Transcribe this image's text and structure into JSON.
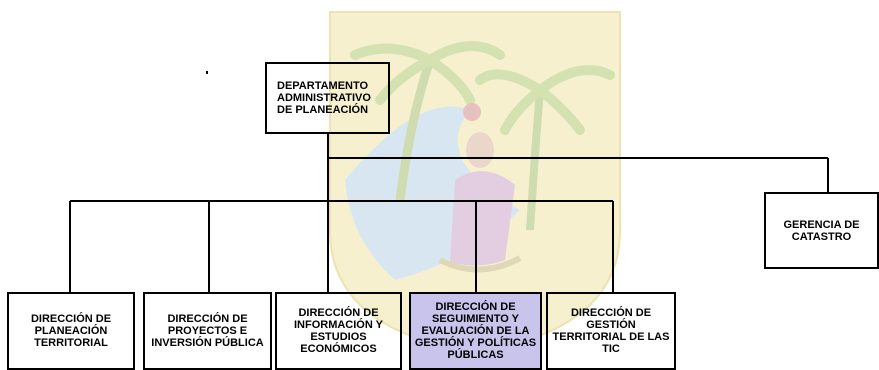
{
  "org_chart": {
    "root": "DEPARTAMENTO ADMINISTRATIVO DE PLANEACIÓN",
    "side_unit": "GERENCIA DE CATASTRO",
    "units": [
      "DIRECCIÓN DE PLANEACIÓN TERRITORIAL",
      "DIRECCIÓN DE PROYECTOS E INVERSIÓN PÚBLICA",
      "DIRECCIÓN DE INFORMACIÓN Y ESTUDIOS ECONÓMICOS",
      "DIRECCIÓN DE SEGUIMIENTO Y EVALUACIÓN DE LA GESTIÓN Y POLÍTICAS PÚBLICAS",
      "DIRECCIÓN DE GESTIÓN TERRITORIAL DE LAS TIC"
    ],
    "highlighted_unit_index": 3
  },
  "colors": {
    "line": "#000000",
    "highlight_fill": "#c9c4ec",
    "watermark_shield": "#f7f0cf",
    "watermark_palm": "#d4e2b2",
    "watermark_figure": "#e3cde0"
  }
}
